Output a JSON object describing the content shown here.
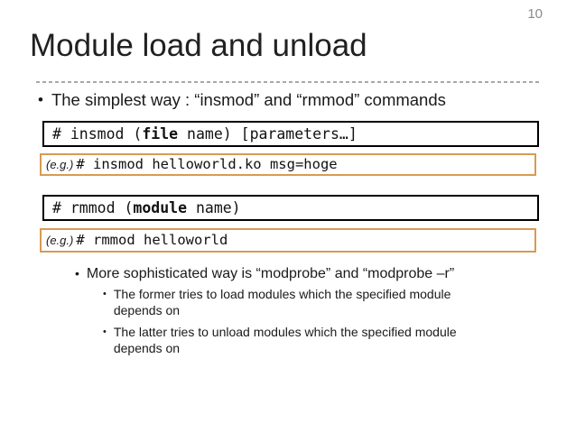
{
  "page_number": "10",
  "title": "Module load and unload",
  "bullet_glyph": "•",
  "colors": {
    "accent_orange_border": "#D89B52",
    "box_border_black": "#000000",
    "page_number_gray": "#8A8A8A",
    "divider_gray": "#A8A8A8",
    "text_black": "#1A1A1A"
  },
  "bullets": {
    "main": "The simplest way : “insmod” and “rmmod” commands",
    "more": {
      "text": "More sophisticated way is “modprobe” and “modprobe –r”",
      "children": [
        "The former tries to load modules which the specified module depends on",
        "The latter tries to unload modules which the specified module depends on"
      ]
    }
  },
  "code_boxes": {
    "insmod": {
      "pre": "# insmod (",
      "bold": "file",
      "post": " name) [parameters…]"
    },
    "rmmod": {
      "pre": "# rmmod (",
      "bold": "module",
      "post": " name)"
    }
  },
  "examples": {
    "insmod": {
      "label": "(e.g.)",
      "code": "# insmod helloworld.ko msg=hoge"
    },
    "rmmod": {
      "label": "(e.g.)",
      "code": "# rmmod helloworld"
    }
  }
}
